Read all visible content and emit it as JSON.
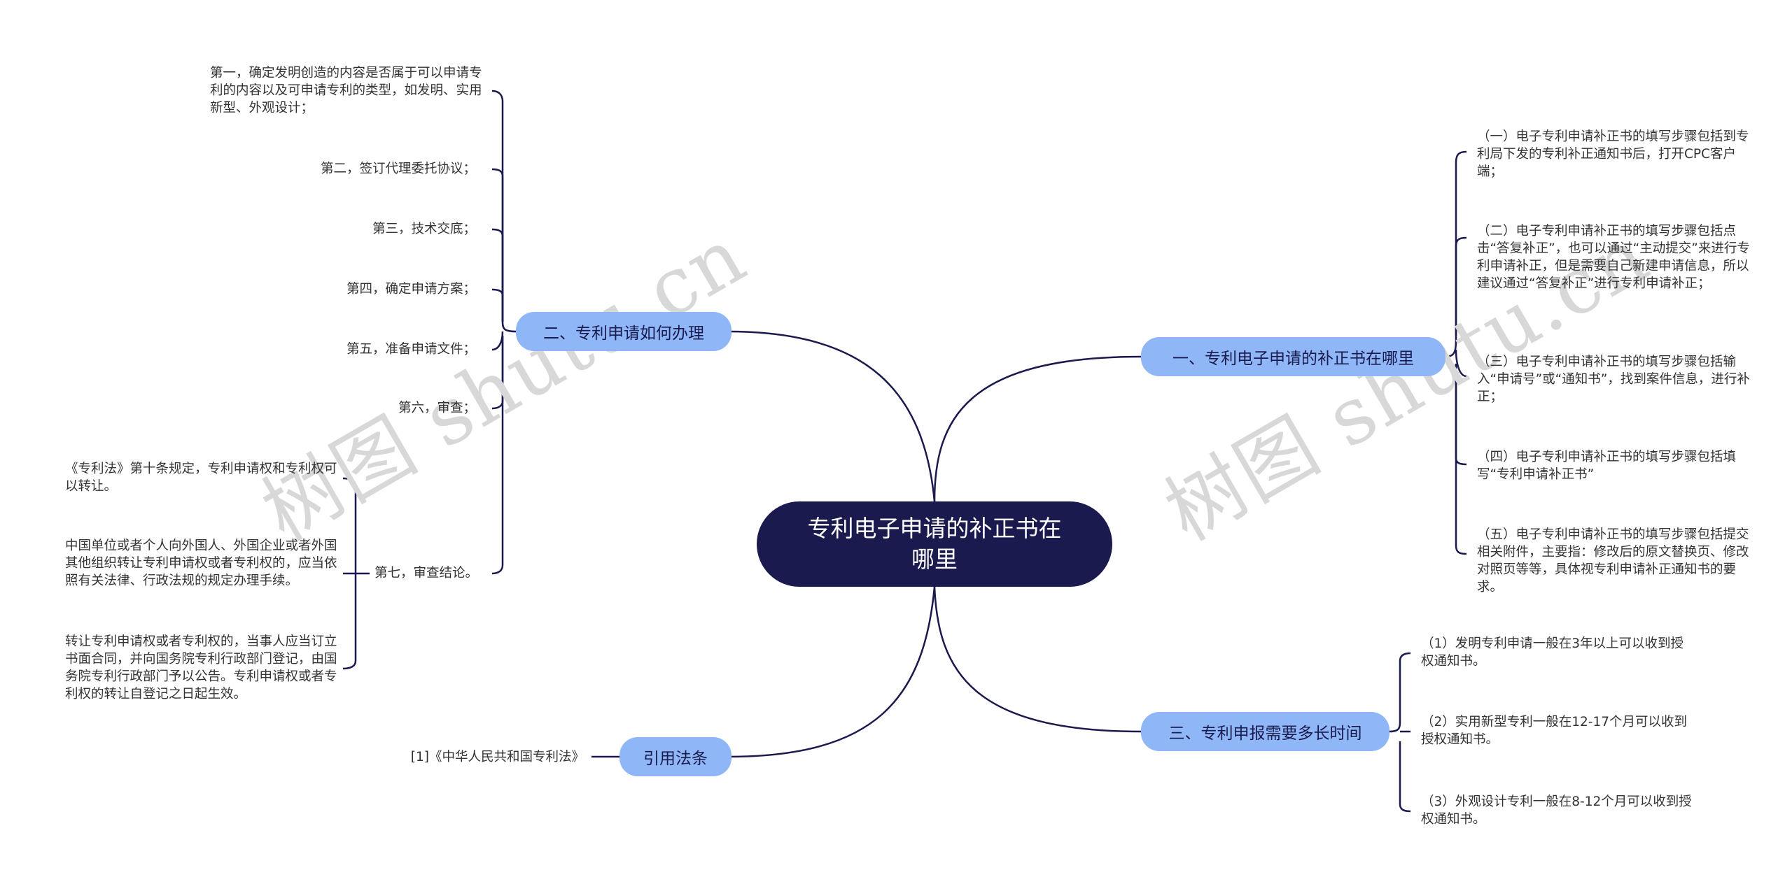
{
  "root": {
    "title": "专利电子申请的补正书在哪里"
  },
  "branches": {
    "b1": "一、专利电子申请的补正书在哪里",
    "b2": "二、专利申请如何办理",
    "b3": "三、专利申报需要多长时间",
    "b4": "引用法条"
  },
  "b1_items": [
    "（一）电子专利申请补正书的填写步骤包括到专利局下发的专利补正通知书后，打开CPC客户端；",
    "（二）电子专利申请补正书的填写步骤包括点击“答复补正”，也可以通过“主动提交”来进行专利申请补正，但是需要自己新建申请信息，所以建议通过“答复补正”进行专利申请补正；",
    "（三）电子专利申请补正书的填写步骤包括输入“申请号”或“通知书”，找到案件信息，进行补正；",
    "（四）电子专利申请补正书的填写步骤包括填写“专利申请补正书”",
    "（五）电子专利申请补正书的填写步骤包括提交相关附件，主要指：修改后的原文替换页、修改对照页等等，具体视专利申请补正通知书的要求。"
  ],
  "b2_items": [
    "第一，确定发明创造的内容是否属于可以申请专利的内容以及可申请专利的类型，如发明、实用新型、外观设计；",
    "第二，签订代理委托协议；",
    "第三，技术交底；",
    "第四，确定申请方案；",
    "第五，准备申请文件；",
    "第六，审查；",
    "第七，审查结论。"
  ],
  "b2_sub": [
    "《专利法》第十条规定，专利申请权和专利权可以转让。",
    "中国单位或者个人向外国人、外国企业或者外国其他组织转让专利申请权或者专利权的，应当依照有关法律、行政法规的规定办理手续。",
    "转让专利申请权或者专利权的，当事人应当订立书面合同，并向国务院专利行政部门登记，由国务院专利行政部门予以公告。专利申请权或者专利权的转让自登记之日起生效。"
  ],
  "b3_items": [
    "（1）发明专利申请一般在3年以上可以收到授权通知书。",
    "（2）实用新型专利一般在12-17个月可以收到授权通知书。",
    "（3）外观设计专利一般在8-12个月可以收到授权通知书。"
  ],
  "b4_items": [
    "[1]《中华人民共和国专利法》"
  ],
  "watermark": {
    "text": "树图 shutu.cn"
  },
  "colors": {
    "root": "#1a1a4e",
    "branch": "#8fb7f7",
    "line": "#1a1a4e"
  }
}
